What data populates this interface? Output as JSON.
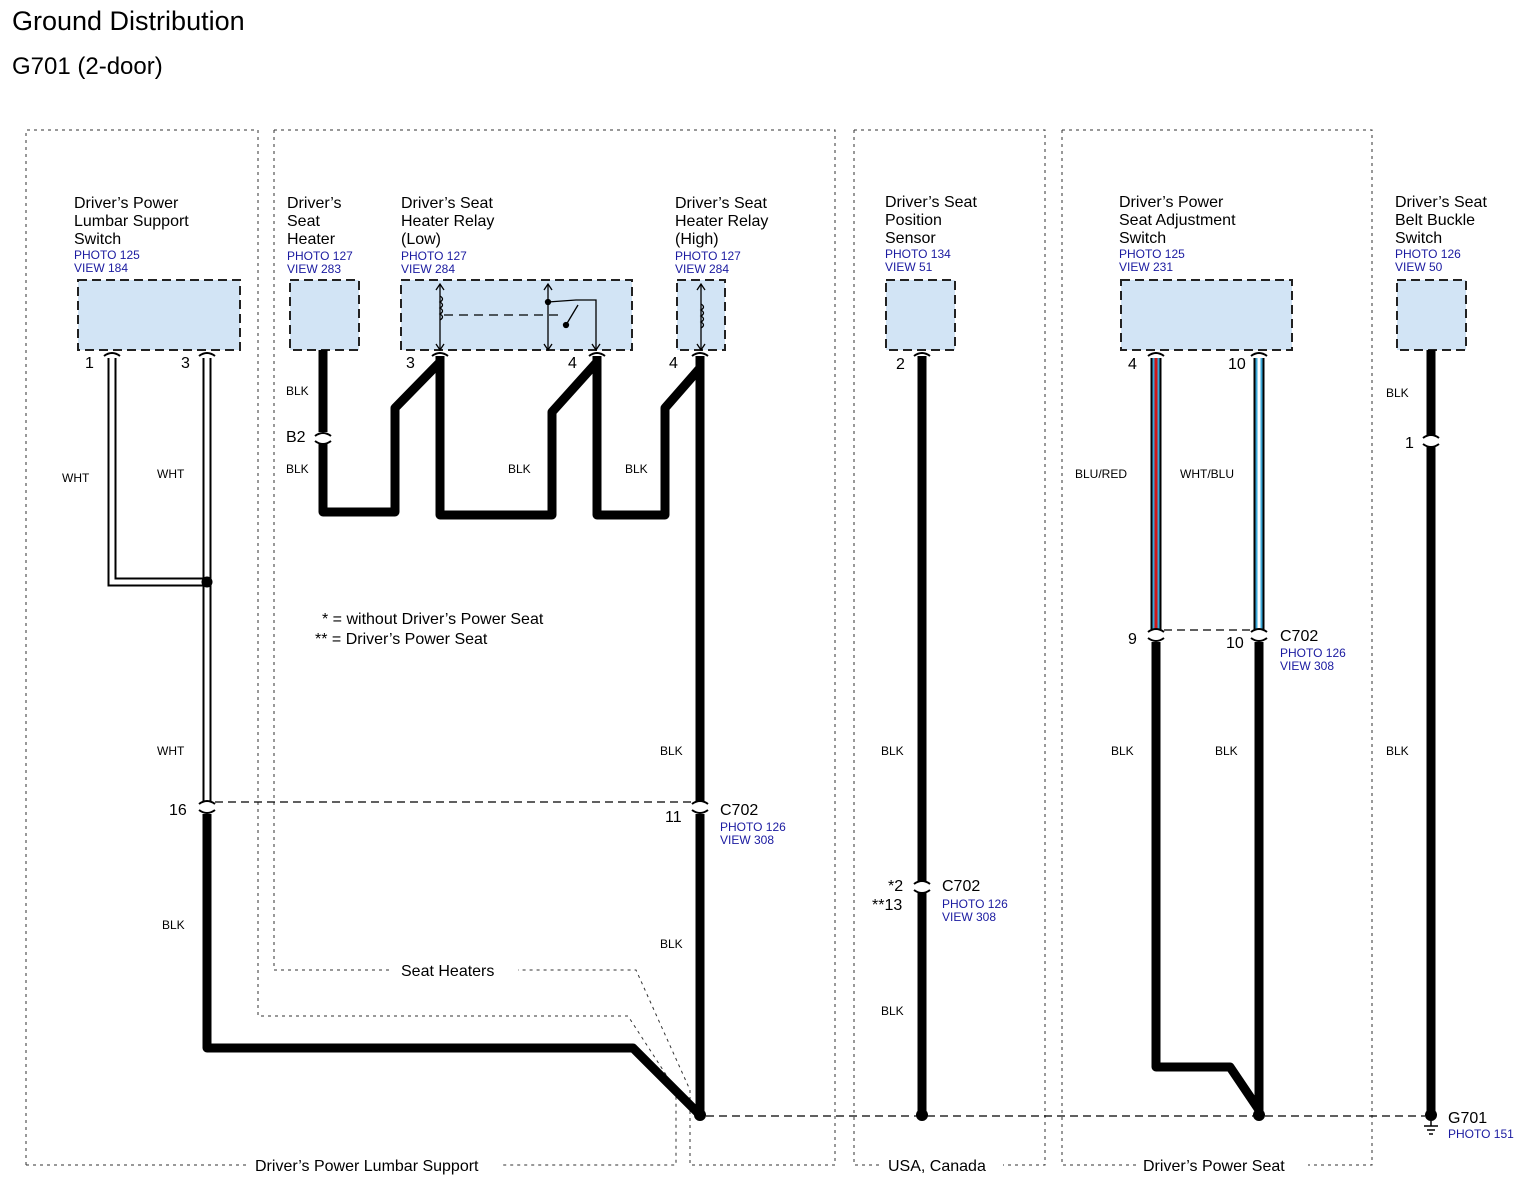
{
  "header": {
    "title": "Ground Distribution",
    "subtitle": "G701 (2-door)"
  },
  "sections": {
    "lumbar": "Driver’s Power Lumbar Support",
    "heaters": "Seat Heaters",
    "usa": "USA, Canada",
    "power_seat": "Driver’s Power Seat"
  },
  "components": {
    "lumbar_switch": {
      "line1": "Driver’s Power",
      "line2": "Lumbar Support",
      "line3": "Switch",
      "photo": "PHOTO 125",
      "view": "VIEW 184"
    },
    "seat_heater": {
      "line1": "Driver’s",
      "line2": "Seat",
      "line3": "Heater",
      "photo": "PHOTO 127",
      "view": "VIEW 283"
    },
    "relay_low": {
      "line1": "Driver’s Seat",
      "line2": "Heater Relay",
      "line3": "(Low)",
      "photo": "PHOTO 127",
      "view": "VIEW 284"
    },
    "relay_high": {
      "line1": "Driver’s Seat",
      "line2": "Heater Relay",
      "line3": "(High)",
      "photo": "PHOTO 127",
      "view": "VIEW 284"
    },
    "position_sensor": {
      "line1": "Driver’s Seat",
      "line2": "Position",
      "line3": "Sensor",
      "photo": "PHOTO 134",
      "view": "VIEW 51"
    },
    "adjust_switch": {
      "line1": "Driver’s Power",
      "line2": "Seat Adjustment",
      "line3": "Switch",
      "photo": "PHOTO 125",
      "view": "VIEW 231"
    },
    "buckle_switch": {
      "line1": "Driver’s Seat",
      "line2": "Belt Buckle",
      "line3": "Switch",
      "photo": "PHOTO 126",
      "view": "VIEW 50"
    }
  },
  "pins": {
    "lumbar_1": "1",
    "lumbar_3": "3",
    "heater_b2": "B2",
    "low_3": "3",
    "low_4": "4",
    "high_4": "4",
    "sensor_2": "2",
    "adjust_4": "4",
    "adjust_10": "10",
    "buckle_1": "1",
    "c702_16": "16",
    "c702_11": "11",
    "c702_2": "*2",
    "c702_13": "**13",
    "c702_9": "9",
    "c702_10": "10"
  },
  "wire_colors": {
    "wht_a": "WHT",
    "wht_b": "WHT",
    "wht_c": "WHT",
    "blk_heater_top": "BLK",
    "blk_heater_bot": "BLK",
    "blk_low": "BLK",
    "blk_high": "BLK",
    "blk_c702_11": "BLK",
    "blk_bottom_11": "BLK",
    "blk_lumbar_bottom": "BLK",
    "blk_sensor_top": "BLK",
    "blk_sensor_bot": "BLK",
    "blu_red": "BLU/RED",
    "wht_blu": "WHT/BLU",
    "blk_adj_9": "BLK",
    "blk_adj_10": "BLK",
    "blk_buckle_top": "BLK",
    "blk_buckle_bot": "BLK"
  },
  "connectors": {
    "c702_a": {
      "name": "C702",
      "photo": "PHOTO 126",
      "view": "VIEW 308"
    },
    "c702_b": {
      "name": "C702",
      "photo": "PHOTO 126",
      "view": "VIEW 308"
    },
    "c702_c": {
      "name": "C702",
      "photo": "PHOTO 126",
      "view": "VIEW 308"
    }
  },
  "ground": {
    "name": "G701",
    "photo": "PHOTO 151"
  },
  "notes": {
    "single": "* = without Driver’s Power Seat",
    "double": "** = Driver’s Power Seat"
  },
  "colors": {
    "component_fill": "#d2e4f5",
    "ref_text": "#1a1aa0",
    "wire_blu": "#3aa8d8",
    "wire_red": "#d01818"
  }
}
